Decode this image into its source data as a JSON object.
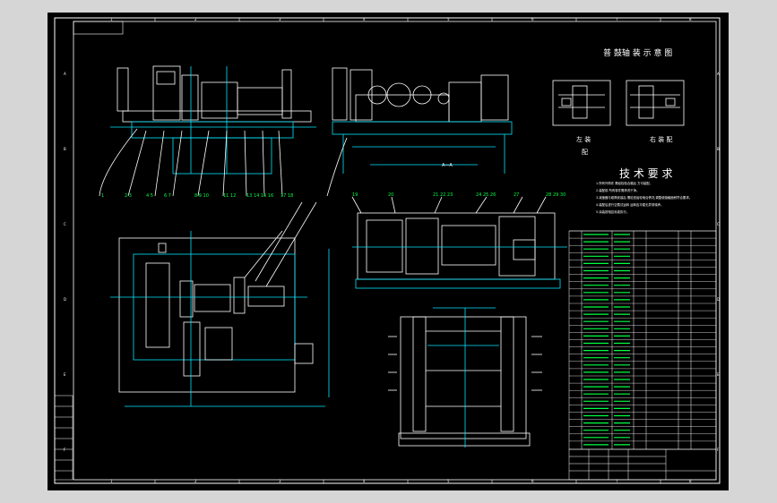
{
  "drawing": {
    "layout_title": "普 鼓轴 装 示 意 图",
    "left_view_label": "左 装",
    "left_view_label_2": "配",
    "right_view_label": "右 装 配",
    "tech_requirements_title": "技 术 要 求",
    "tech_notes": [
      "1.所有外购件 需经检验合格后 方可装配。",
      "2.装配前 所有零件需清洗干净。",
      "3.减速器与卷筒安装后 需检查齿轮啮合情况,调整使接触面积符合要求。",
      "4.装配后进行空载试运转 运转应平稳无异常噪声。",
      "5.涂装按相应标准执行。"
    ],
    "section_label": "A—A",
    "border_letters": [
      "A",
      "B",
      "C",
      "D",
      "E",
      "F"
    ],
    "border_numbers": [
      "1",
      "2",
      "3",
      "4",
      "5",
      "6",
      "7",
      "8"
    ],
    "colors": {
      "background": "#000000",
      "lines": "#ffffff",
      "dimensions": "#00e5ff",
      "text": "#00ff44",
      "frame": "#d6d6d6"
    }
  }
}
